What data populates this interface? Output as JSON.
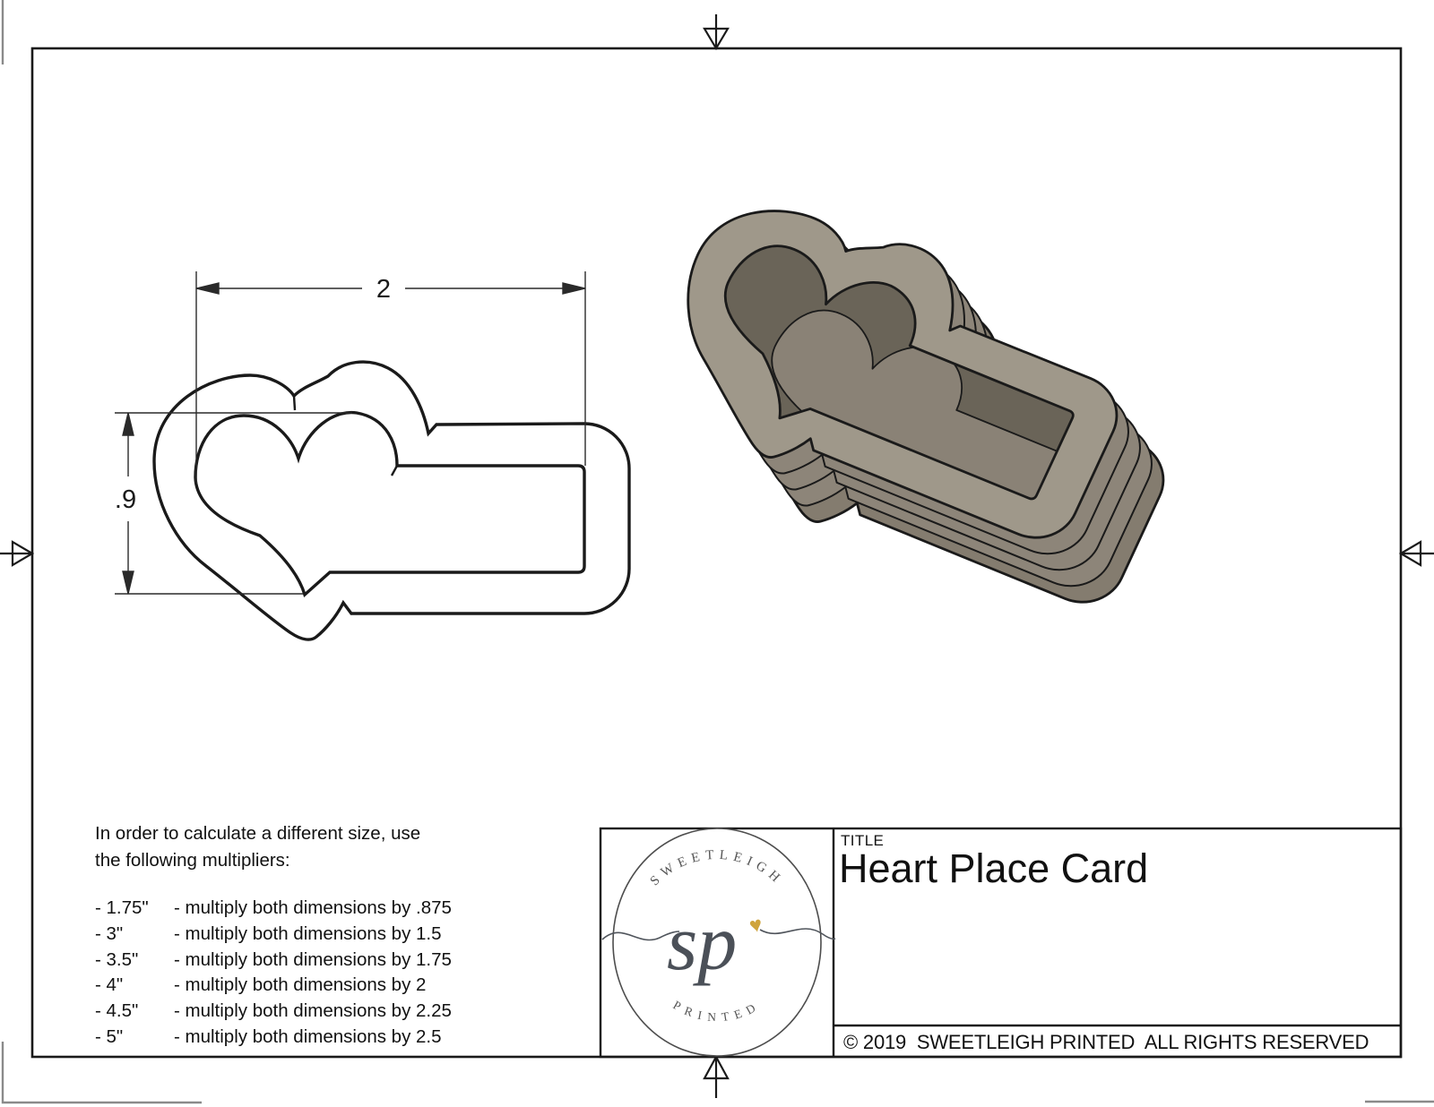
{
  "title_block": {
    "title_label": "TITLE",
    "title": "Heart Place Card",
    "copyright": "© 2019  SWEETLEIGH PRINTED  ALL RIGHTS RESERVED"
  },
  "logo": {
    "arc_top": "SWEETLEIGH",
    "arc_bottom": "PRINTED",
    "monogram": "sp",
    "heart_icon": "♥",
    "heart_color": "#cfa43c",
    "ink_color": "#555555"
  },
  "instructions": {
    "intro_line_1": "In order to calculate a different size, use",
    "intro_line_2": "the following multipliers:",
    "multipliers": [
      {
        "size": "- 1.75\"",
        "rule": "- multiply both dimensions by .875"
      },
      {
        "size": "- 3\"",
        "rule": "- multiply both dimensions by 1.5"
      },
      {
        "size": "- 3.5\"",
        "rule": "- multiply both dimensions by 1.75"
      },
      {
        "size": "- 4\"",
        "rule": "- multiply both dimensions by 2"
      },
      {
        "size": "- 4.5\"",
        "rule": "- multiply both dimensions by 2.25"
      },
      {
        "size": "- 5\"",
        "rule": "- multiply both dimensions by 2.5"
      }
    ]
  },
  "drawing": {
    "width_value": "2",
    "height_value": ".9",
    "line_color": "#1a1a1a"
  },
  "render": {
    "body_color": "#8d8579",
    "rim_color": "#9f988a",
    "back_color": "#847c6f",
    "cavity_color": "#6a6458",
    "floor_color": "#8a8276"
  }
}
